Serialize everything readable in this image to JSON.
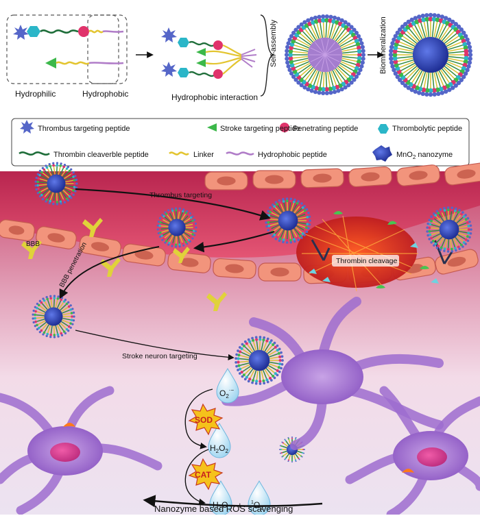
{
  "top": {
    "hydrophilic_label": "Hydrophilic",
    "hydrophobic_label": "Hydrophobic",
    "interaction_label": "Hydrophobic interaction",
    "self_assembly_label": "Self-assembly",
    "biomineralization_label": "Biomineralization"
  },
  "legend": {
    "items": [
      {
        "label": "Thrombus targeting peptide",
        "icon": "star-icon",
        "color": "#5566c8"
      },
      {
        "label": "Stroke targeting peptide",
        "icon": "triangle-icon",
        "color": "#3cb84a"
      },
      {
        "label": "Penetrating peptide",
        "icon": "circle-icon",
        "color": "#e0336b"
      },
      {
        "label": "Thrombolytic peptide",
        "icon": "hexagon-icon",
        "color": "#2bb6c8"
      },
      {
        "label": "Thrombin cleaverble peptide",
        "icon": "wave-icon",
        "color": "#1f6e3a"
      },
      {
        "label": "Linker",
        "icon": "wave-icon",
        "color": "#e3c531"
      },
      {
        "label": "Hydrophobic peptide",
        "icon": "wave-icon",
        "color": "#b07cc8"
      },
      {
        "label": "MnO",
        "sub": "2",
        "label_suffix": " nanozyme",
        "icon": "nanozyme-icon",
        "color": "#2c3fa8"
      }
    ]
  },
  "scene": {
    "thrombus_targeting": "Thrombus targeting",
    "bbb": "BBB",
    "bbb_penetration": "BBB penetration",
    "thrombin_cleavage": "Thrombin cleavage",
    "stroke_neuron_targeting": "Stroke neuron targeting",
    "superoxide": "O",
    "superoxide_sub": "2",
    "superoxide_sup": "·−",
    "sod": "SOD",
    "h2o2": "H",
    "h2o2_sub": "2",
    "h2o2_tail": "O",
    "h2o2_sub2": "2",
    "cat": "CAT",
    "h2o": "H",
    "h2o_sub": "2",
    "h2o_tail": "O",
    "plus": "+",
    "o2_sup": "1",
    "o2": "O",
    "o2_sub": "2",
    "ros_scavenging": "Nanozyme based ROS scavenging"
  }
}
